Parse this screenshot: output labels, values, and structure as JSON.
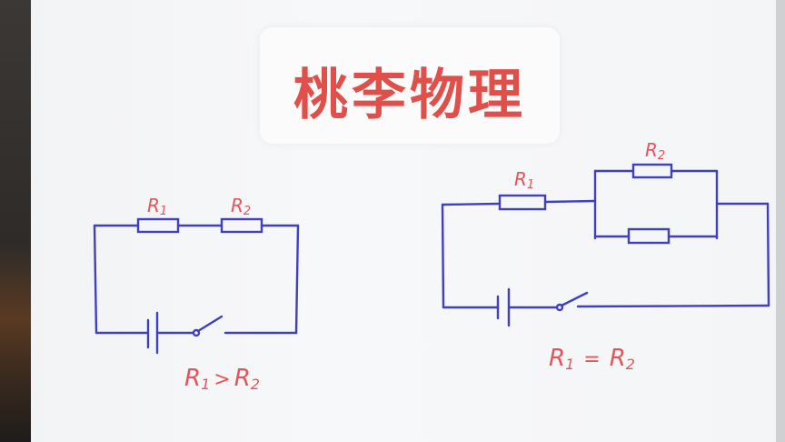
{
  "title": "桃李物理",
  "circuit_left": {
    "r1": "R",
    "r1_sub": "1",
    "r2": "R",
    "r2_sub": "2",
    "relation": {
      "a": "R",
      "a_sub": "1",
      "op": ">",
      "b": "R",
      "b_sub": "2"
    }
  },
  "circuit_right": {
    "r1": "R",
    "r1_sub": "1",
    "r2": "R",
    "r2_sub": "2",
    "relation": {
      "a": "R",
      "a_sub": "1",
      "op": "=",
      "b": "R",
      "b_sub": "2"
    }
  },
  "colors": {
    "wire": "#3f3fc0",
    "label": "#e4545a",
    "title": "#e0504a",
    "paper": "#f4f5f7"
  }
}
